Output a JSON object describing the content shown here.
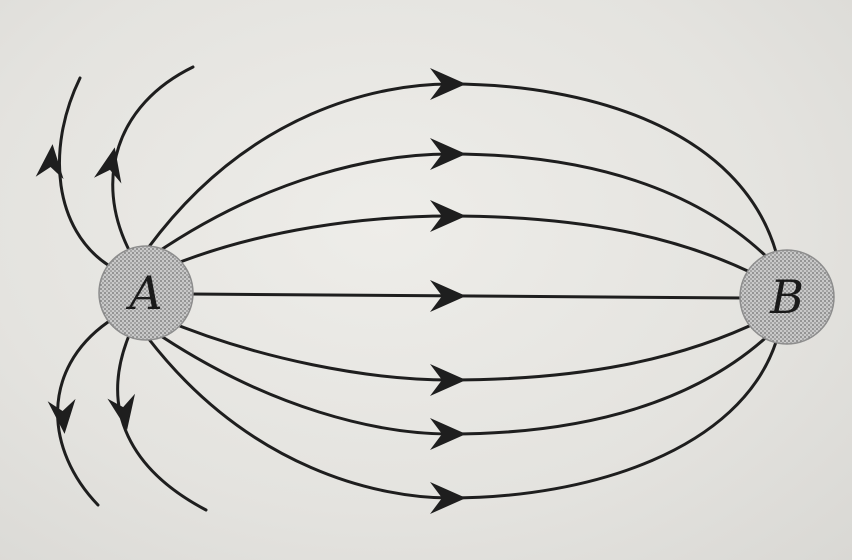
{
  "charges": [
    {
      "id": "A",
      "label": "A"
    },
    {
      "id": "B",
      "label": "B"
    }
  ],
  "field_lines_between": 7,
  "field_lines_outward": 4
}
